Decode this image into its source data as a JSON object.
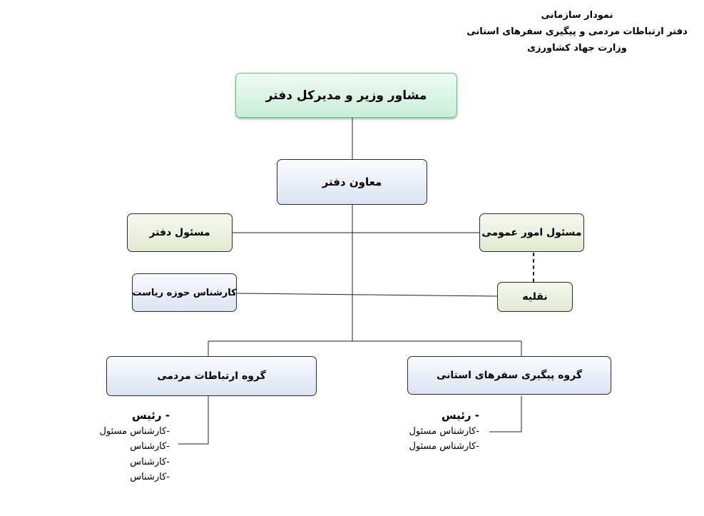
{
  "header": {
    "line1": "نمودار سازمانی",
    "line2": "دفتر ارتباطات مردمی و پیگیری سفرهای استانی",
    "line3": "وزارت جهاد کشاورزی"
  },
  "nodes": {
    "advisor": "مشاور وزیر و مدیرکل دفتر",
    "deputy": "معاون دفتر",
    "office_officer": "مسئول دفتر",
    "general_affairs": "مسئول امور عمومی",
    "presidency_expert": "کارشناس حوزه ریاست",
    "transport": "نقلیه",
    "public_relations_group": "گروه ارتباطات مردمی",
    "provincial_trips_group": "گروه پیگیری سفرهای استانی"
  },
  "members": {
    "public_relations": {
      "head": "- رئیس",
      "items": [
        "-کارشناس مسئول",
        "-کارشناس",
        "-کارشناس",
        "-کارشناس"
      ]
    },
    "provincial_trips": {
      "head": "- رئیس",
      "items": [
        "-کارشناس مسئول",
        "-کارشناس مسئول"
      ]
    }
  },
  "colors": {
    "top_fill": "#c9efdb",
    "green_fill": "#e2e9d2",
    "blue_fill": "#dbe3f2",
    "line": "#222222"
  }
}
